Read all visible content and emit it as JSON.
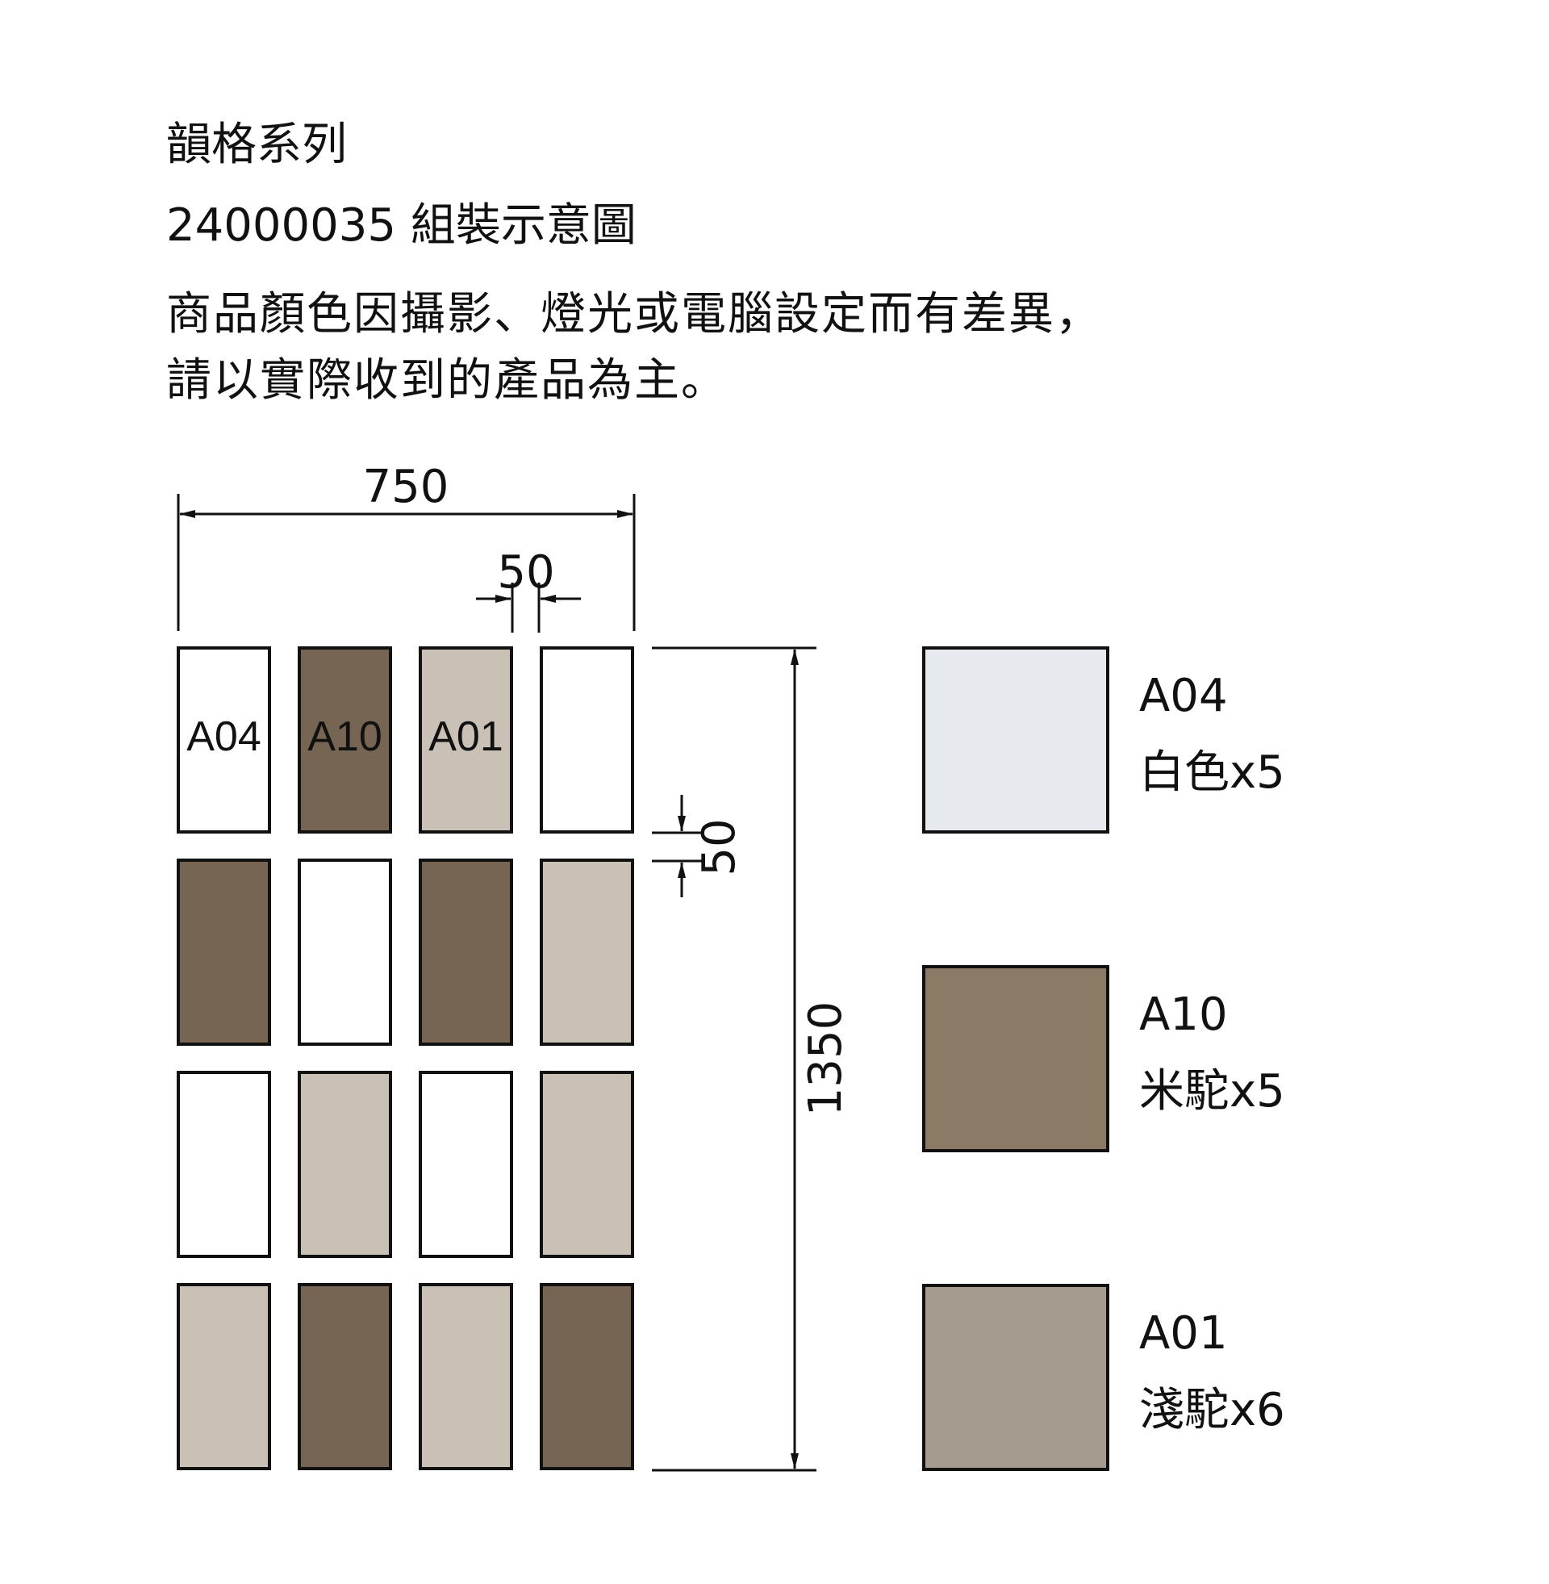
{
  "header": {
    "series_title": "韻格系列",
    "product_line": "24000035 組裝示意圖",
    "disclaimer_line1": "商品顏色因攝影、燈光或電腦設定而有差異，",
    "disclaimer_line2": "請以實際收到的產品為主。"
  },
  "dimensions": {
    "total_width": "750",
    "gap_horizontal": "50",
    "gap_vertical": "50",
    "total_height": "1350"
  },
  "colors": {
    "A04": "#ffffff",
    "A10": "#766552",
    "A01": "#c9c0b6",
    "A04_swatch": "#e6e9ee",
    "A10_swatch": "#8b7a65",
    "A01_swatch": "#a59c90",
    "outline": "#111111"
  },
  "tile_labels": [
    "A04",
    "A10",
    "A01"
  ],
  "grid": [
    [
      "A04",
      "A10",
      "A01",
      "A04"
    ],
    [
      "A10",
      "A04",
      "A10",
      "A01"
    ],
    [
      "A04",
      "A01",
      "A04",
      "A01"
    ],
    [
      "A01",
      "A10",
      "A01",
      "A10"
    ]
  ],
  "legend": [
    {
      "code": "A04",
      "name": "白色x5"
    },
    {
      "code": "A10",
      "name": "米駝x5"
    },
    {
      "code": "A01",
      "name": "淺駝x6"
    }
  ]
}
